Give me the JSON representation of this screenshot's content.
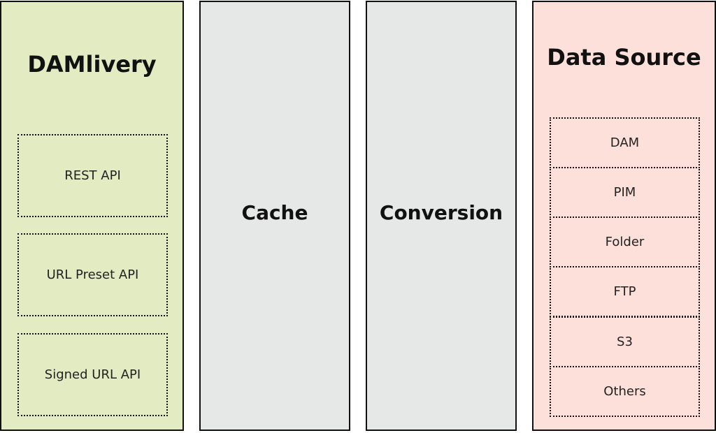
{
  "columns": {
    "damlivery": {
      "title": "DAMlivery",
      "apis": [
        "REST API",
        "URL Preset API",
        "Signed URL API"
      ],
      "color": "#e3ebc3"
    },
    "cache": {
      "title": "Cache",
      "color": "#e6e7e7"
    },
    "conversion": {
      "title": "Conversion",
      "color": "#e6e7e7"
    },
    "data_source": {
      "title": "Data Source",
      "sources": [
        "DAM",
        "PIM",
        "Folder",
        "FTP",
        "S3",
        "Others"
      ],
      "color": "#fde0da"
    }
  }
}
